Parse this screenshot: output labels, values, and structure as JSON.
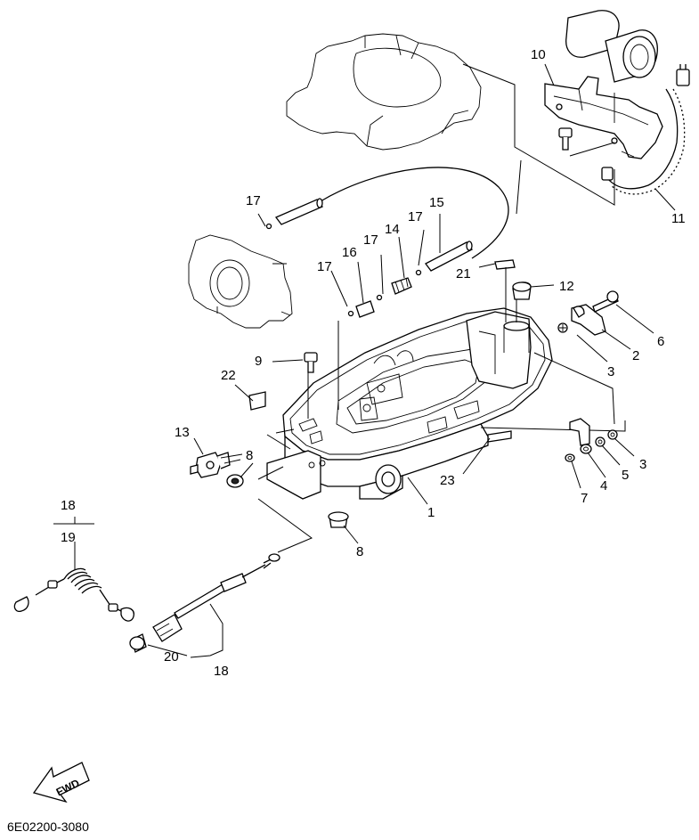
{
  "diagram": {
    "callouts": {
      "c1": "1",
      "c2": "2",
      "c3a": "3",
      "c3b": "3",
      "c4": "4",
      "c5": "5",
      "c6": "6",
      "c7": "7",
      "c8a": "8",
      "c8b": "8",
      "c9": "9",
      "c10": "10",
      "c11": "11",
      "c12": "12",
      "c13": "13",
      "c14": "14",
      "c15": "15",
      "c16": "16",
      "c17a": "17",
      "c17b": "17",
      "c17c": "17",
      "c17d": "17",
      "c18a": "18",
      "c18b": "18",
      "c19": "19",
      "c20": "20",
      "c21": "21",
      "c22": "22",
      "c23": "23"
    },
    "fwd_label": "FWD",
    "part_number": "6E02200-3080"
  }
}
